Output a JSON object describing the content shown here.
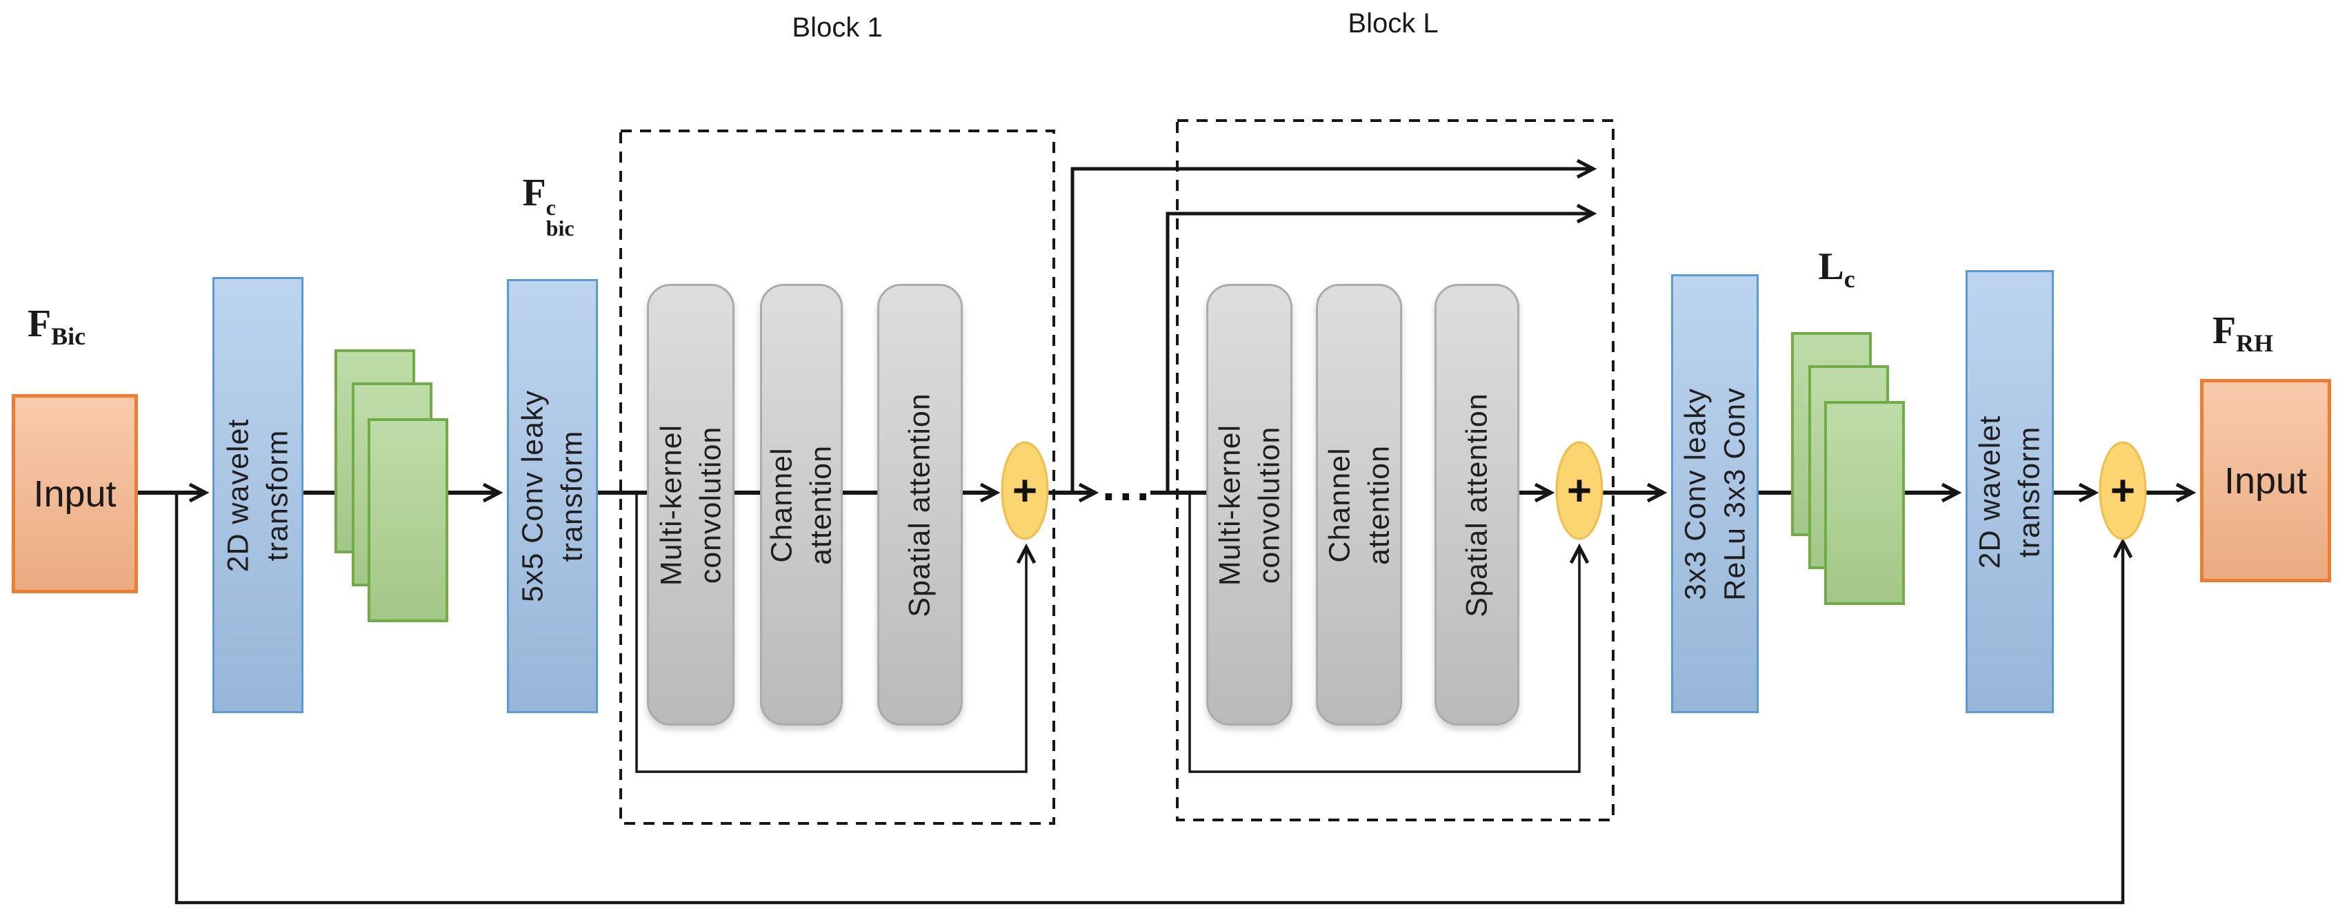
{
  "titles": {
    "block1": "Block 1",
    "blockL": "Block L"
  },
  "glyphs": {
    "plus": "+",
    "dots": "..."
  },
  "math": {
    "f_bic": {
      "base": "F",
      "sub": "Bic"
    },
    "f_bic_c": {
      "base": "F",
      "sup": "c",
      "sub": "bic"
    },
    "l_c": {
      "base": "L",
      "sub": "c"
    },
    "f_rh": {
      "base": "F",
      "sub": "RH"
    }
  },
  "nodes": {
    "input_left": {
      "label": "Input"
    },
    "wavelet_left": {
      "line1": "2D wavelet",
      "line2": "transform"
    },
    "conv5x5": {
      "line1": "5x5 Conv leaky",
      "line2": "transform"
    },
    "conv3x3": {
      "line1": "3x3 Conv leaky",
      "line2": "ReLu 3x3 Conv"
    },
    "wavelet_right": {
      "line1": "2D wavelet",
      "line2": "transform"
    },
    "input_right": {
      "label": "Input"
    }
  },
  "block1": {
    "multi_kernel": {
      "line1": "Multi-kernel",
      "line2": "convolution"
    },
    "channel": {
      "line1": "Channel",
      "line2": "attention"
    },
    "spatial": {
      "line1": "Spatial attention"
    }
  },
  "blockL": {
    "multi_kernel": {
      "line1": "Multi-kernel",
      "line2": "convolution"
    },
    "channel": {
      "line1": "Channel",
      "line2": "attention"
    },
    "spatial": {
      "line1": "Spatial attention"
    }
  },
  "colors": {
    "orange_fill": "#F6B488",
    "orange_border": "#ED7D31",
    "blue_fill": "#A3C4E8",
    "blue_border": "#5B9BD5",
    "green_fill": "#ACD28F",
    "green_border": "#70AD47",
    "gray_fill": "#CFCFCF",
    "gray_border": "#ABABAB",
    "yellow_fill": "#FBD56F",
    "yellow_border": "#EFBE4D",
    "line": "#161616"
  }
}
